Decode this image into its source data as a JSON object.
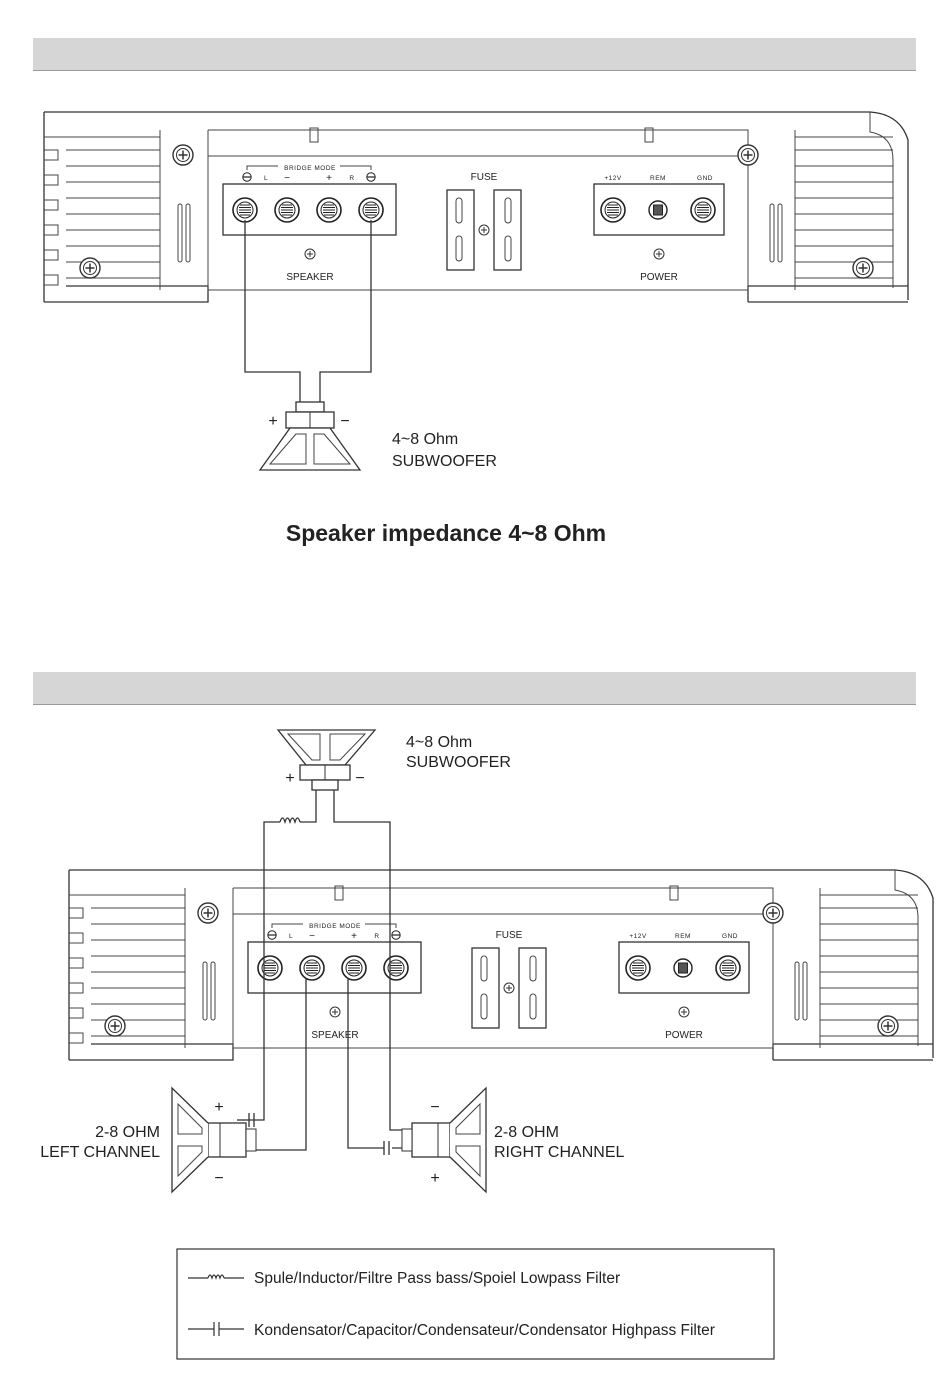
{
  "amp": {
    "bridge_mode": "BRIDGE MODE",
    "term_l": "L",
    "term_minus": "−",
    "term_plus": "+",
    "term_r": "R",
    "fuse": "FUSE",
    "p12v": "+12V",
    "rem": "REM",
    "gnd": "GND",
    "speaker": "SPEAKER",
    "power": "POWER"
  },
  "diagram1": {
    "plus": "+",
    "minus": "−",
    "sub_line1": "4~8 Ohm",
    "sub_line2": "SUBWOOFER",
    "caption": "Speaker impedance 4~8 Ohm"
  },
  "diagram2": {
    "sub_line1": "4~8 Ohm",
    "sub_line2": "SUBWOOFER",
    "plus": "+",
    "minus": "−",
    "left_line1": "2-8 OHM",
    "left_line2": "LEFT CHANNEL",
    "right_line1": "2-8 OHM",
    "right_line2": "RIGHT CHANNEL"
  },
  "legend": {
    "inductor": "Spule/Inductor/Filtre Pass bass/Spoiel Lowpass Filter",
    "capacitor": "Kondensator/Capacitor/Condensateur/Condensator Highpass Filter"
  }
}
